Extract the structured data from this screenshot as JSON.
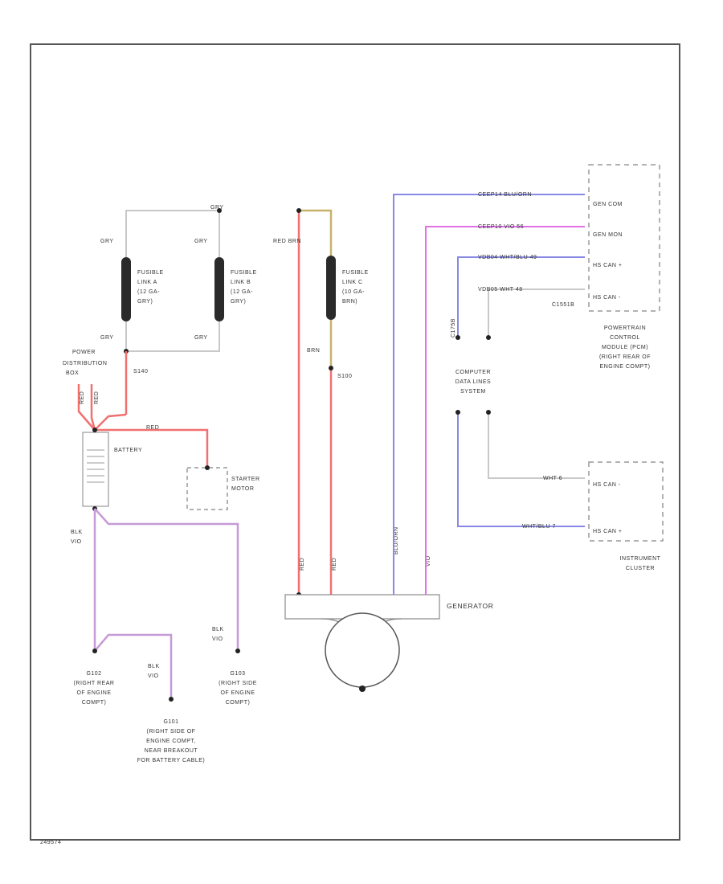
{
  "labels": {
    "gry_tl": "GRY",
    "gry_tr": "GRY",
    "gry_bl": "GRY",
    "gry_br": "GRY",
    "gry_top_right": "GRY",
    "fuse_a": [
      "FUSIBLE",
      "LINK A",
      "(12 GA-",
      "GRY)"
    ],
    "fuse_b": [
      "FUSIBLE",
      "LINK B",
      "(12 GA-",
      "GRY)"
    ],
    "fuse_c": [
      "FUSIBLE",
      "LINK C",
      "(10 GA-",
      "BRN)"
    ],
    "pdb": [
      "POWER",
      "DISTRIBUTION",
      "BOX"
    ],
    "s140": "S140",
    "red_1": "RED",
    "red_2": "RED",
    "red_3": "RED",
    "red_brn": "RED  BRN",
    "brn": "BRN",
    "s100": "S100",
    "battery": "BATTERY",
    "starter": [
      "STARTER",
      "MOTOR"
    ],
    "blk_1": [
      "BLK",
      "VIO"
    ],
    "blk_2": [
      "BLK",
      "VIO"
    ],
    "blk_3": [
      "BLK",
      "VIO"
    ],
    "g102": [
      "G102",
      "(RIGHT REAR",
      "OF ENGINE",
      "COMPT)"
    ],
    "g103": [
      "G103",
      "(RIGHT SIDE",
      "OF ENGINE",
      "COMPT)"
    ],
    "g101": [
      "G101",
      "(RIGHT SIDE OF",
      "ENGINE COMPT,",
      "NEAR BREAKOUT",
      "FOR BATTERY CABLE)"
    ],
    "generator": "GENERATOR",
    "red_gen1": "RED",
    "red_gen2": "RED",
    "blu_gen": "BLU/ORN",
    "vio_gen": "VIO",
    "wire_1": "GEN COM",
    "wire_2": "GEN MON",
    "vio_v": "VIO",
    "blu_v": "BLU",
    "c1": "CEEP14    BLU/ORN",
    "c2": "CEEP10    VIO   56",
    "c3": "VDB04    WHT/BLU   49",
    "c4": "VDB05    WHT   48",
    "c1551b": "C1551B",
    "c175b": "C175B",
    "pcm_pins": [
      "GEN COM",
      "GEN MON",
      "HS CAN +",
      "HS CAN -"
    ],
    "pcm": [
      "POWERTRAIN",
      "CONTROL",
      "MODULE (PCM)",
      "(RIGHT REAR OF",
      "ENGINE COMPT)"
    ],
    "cdl": [
      "COMPUTER",
      "DATA LINES",
      "SYSTEM"
    ],
    "ic_w1": "WHT   6",
    "ic_w2": "WHT/BLU   7",
    "ic_pins": [
      "HS CAN -",
      "HS CAN +"
    ],
    "ic": [
      "INSTRUMENT",
      "CLUSTER"
    ],
    "footer": "249574"
  },
  "colors": {
    "frame": "#555555",
    "wire_gray": "#c8c8c8",
    "wire_red": "#f07070",
    "wire_violet": "#c59ad6",
    "wire_blue": "#8888e6",
    "wire_magenta": "#e070e6",
    "wire_brown": "#c8b26a",
    "dark": "#2a2a2a"
  }
}
